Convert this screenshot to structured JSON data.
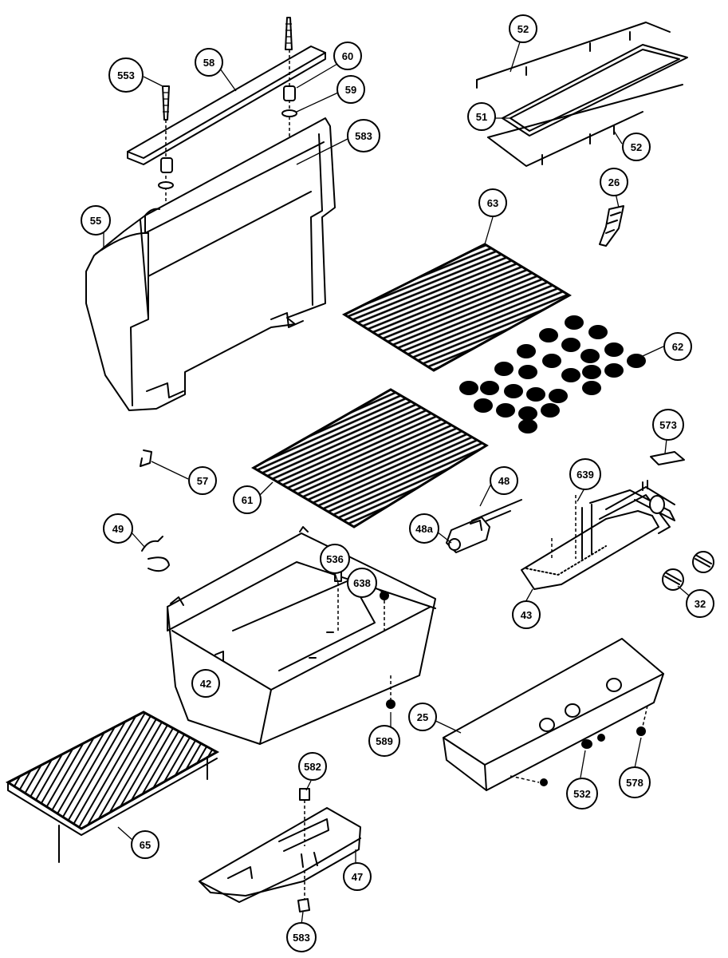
{
  "diagram": {
    "callouts": [
      {
        "id": "c553",
        "label": "553"
      },
      {
        "id": "c58",
        "label": "58"
      },
      {
        "id": "c60",
        "label": "60"
      },
      {
        "id": "c59",
        "label": "59"
      },
      {
        "id": "c583a",
        "label": "583"
      },
      {
        "id": "c52a",
        "label": "52"
      },
      {
        "id": "c51",
        "label": "51"
      },
      {
        "id": "c52b",
        "label": "52"
      },
      {
        "id": "c26",
        "label": "26"
      },
      {
        "id": "c55",
        "label": "55"
      },
      {
        "id": "c63",
        "label": "63"
      },
      {
        "id": "c62",
        "label": "62"
      },
      {
        "id": "c573",
        "label": "573"
      },
      {
        "id": "c57",
        "label": "57"
      },
      {
        "id": "c61",
        "label": "61"
      },
      {
        "id": "c48",
        "label": "48"
      },
      {
        "id": "c639",
        "label": "639"
      },
      {
        "id": "c48a",
        "label": "48a"
      },
      {
        "id": "c49",
        "label": "49"
      },
      {
        "id": "c536",
        "label": "536"
      },
      {
        "id": "c638",
        "label": "638"
      },
      {
        "id": "c32",
        "label": "32"
      },
      {
        "id": "c43",
        "label": "43"
      },
      {
        "id": "c42",
        "label": "42"
      },
      {
        "id": "c25",
        "label": "25"
      },
      {
        "id": "c589",
        "label": "589"
      },
      {
        "id": "c582",
        "label": "582"
      },
      {
        "id": "c532",
        "label": "532"
      },
      {
        "id": "c578",
        "label": "578"
      },
      {
        "id": "c65",
        "label": "65"
      },
      {
        "id": "c47",
        "label": "47"
      },
      {
        "id": "c583b",
        "label": "583"
      }
    ]
  }
}
